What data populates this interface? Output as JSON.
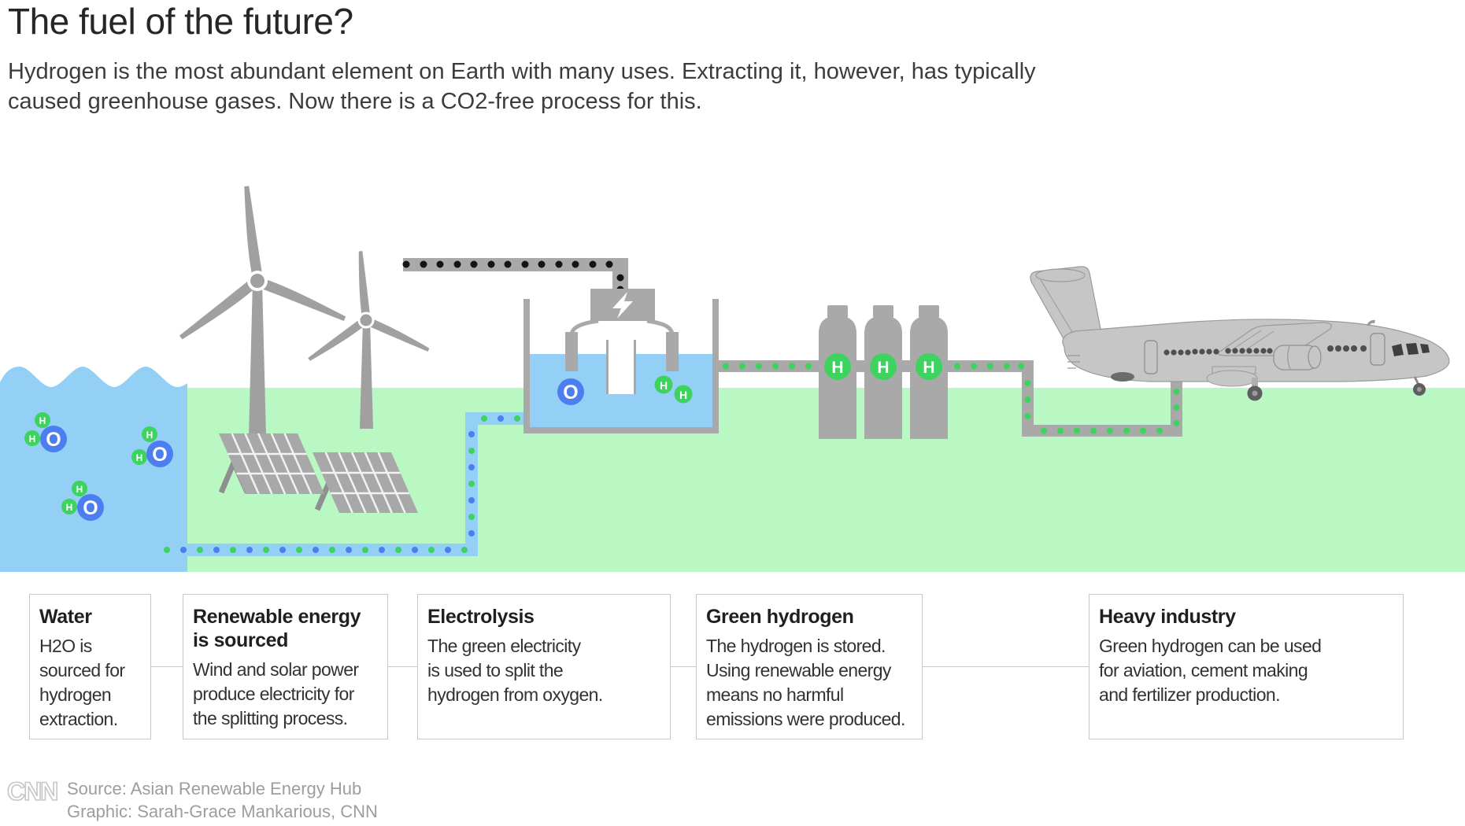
{
  "header": {
    "title": "The fuel of the future?",
    "subtitle": "Hydrogen is the most abundant element on Earth with many uses. Extracting it, however, has typically\ncaused greenhouse gases. Now there is a CO2-free process for this."
  },
  "diagram": {
    "labels": {
      "hydrogen": "H",
      "oxygen": "O"
    },
    "elements": [
      "water",
      "wind-turbines",
      "solar-panels",
      "power-cable",
      "electrolysis-tank",
      "hydrogen-cylinders",
      "airplane",
      "pipes"
    ]
  },
  "steps": [
    {
      "title": "Water",
      "body": "H2O is\nsourced for\nhydrogen\nextraction."
    },
    {
      "title": "Renewable energy\nis sourced",
      "body": "Wind and solar power\nproduce electricity for\nthe splitting process."
    },
    {
      "title": "Electrolysis",
      "body": "The green electricity\nis used to split the\nhydrogen from oxygen."
    },
    {
      "title": "Green hydrogen",
      "body": "The hydrogen is stored.\nUsing renewable energy\nmeans no harmful\nemissions were produced."
    },
    {
      "title": "Heavy industry",
      "body": "Green hydrogen can be used\nfor aviation, cement making\nand fertilizer production."
    }
  ],
  "footer": {
    "logo": "CNN",
    "source": "Source: Asian Renewable Energy Hub",
    "credit": "Graphic: Sarah-Grace Mankarious, CNN"
  },
  "colors": {
    "water_blue": "#94cff5",
    "land_green": "#b9f8c3",
    "oxygen_blue": "#4d7ef0",
    "hydrogen_green": "#3ed35f",
    "structure_gray": "#a9a9a9",
    "plane_gray": "#c6c6c6",
    "dot_black": "#141414"
  }
}
